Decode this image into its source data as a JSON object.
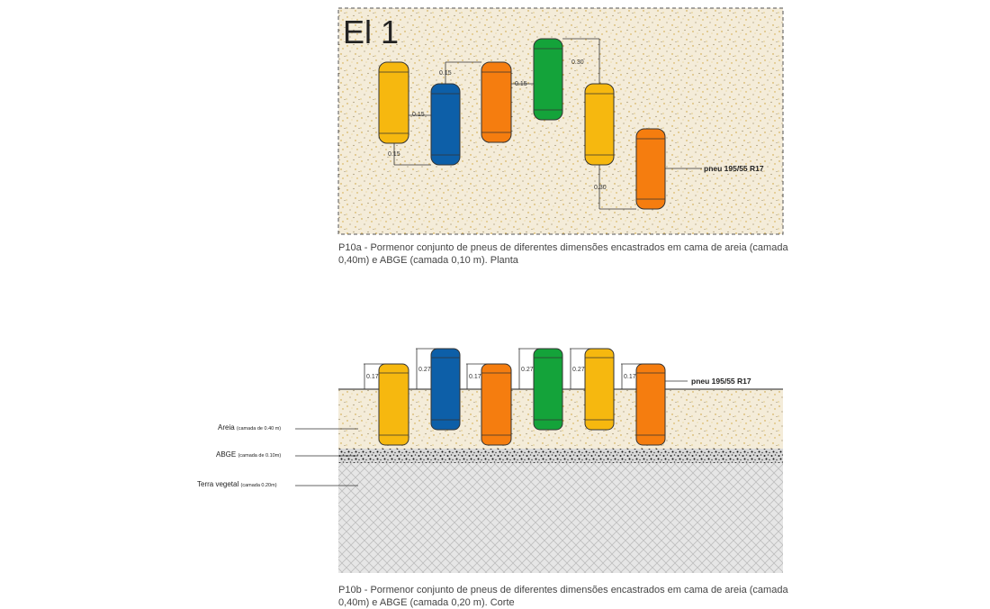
{
  "plan": {
    "title": "El 1",
    "dims": {
      "d1": "0.15",
      "d2": "0.15",
      "d3": "0.15",
      "d4": "0.15",
      "d5": "0.30",
      "d6": "0.30"
    },
    "tire_label": "pneu 195/55 R17",
    "caption": "P10a - Pormenor conjunto de pneus de diferentes dimensões encastrados em cama de areia (camada 0,40m) e ABGE (camada 0,10 m). Planta"
  },
  "section": {
    "dims": [
      "0.17",
      "0.27",
      "0.17",
      "0.27",
      "0.27",
      "0.17"
    ],
    "tire_label": "pneu 195/55 R17",
    "layers": {
      "sand": {
        "name": "Areia",
        "note": "(camada de 0.40 m)"
      },
      "abge": {
        "name": "ABGE",
        "note": "(camada de 0.10m)"
      },
      "soil": {
        "name": "Terra vegetal",
        "note": "(camada 0.20m)"
      }
    },
    "caption": "P10b - Pormenor conjunto de pneus de diferentes dimensões encastrados em cama de areia (camada 0,40m) e ABGE (camada 0,20 m). Corte"
  },
  "colors": {
    "yellow": "#f6b80f",
    "blue": "#0d5fa8",
    "orange": "#f57d0f",
    "green": "#14a33a",
    "sand": "#f3ead8",
    "soil": "#e4e4e4"
  }
}
